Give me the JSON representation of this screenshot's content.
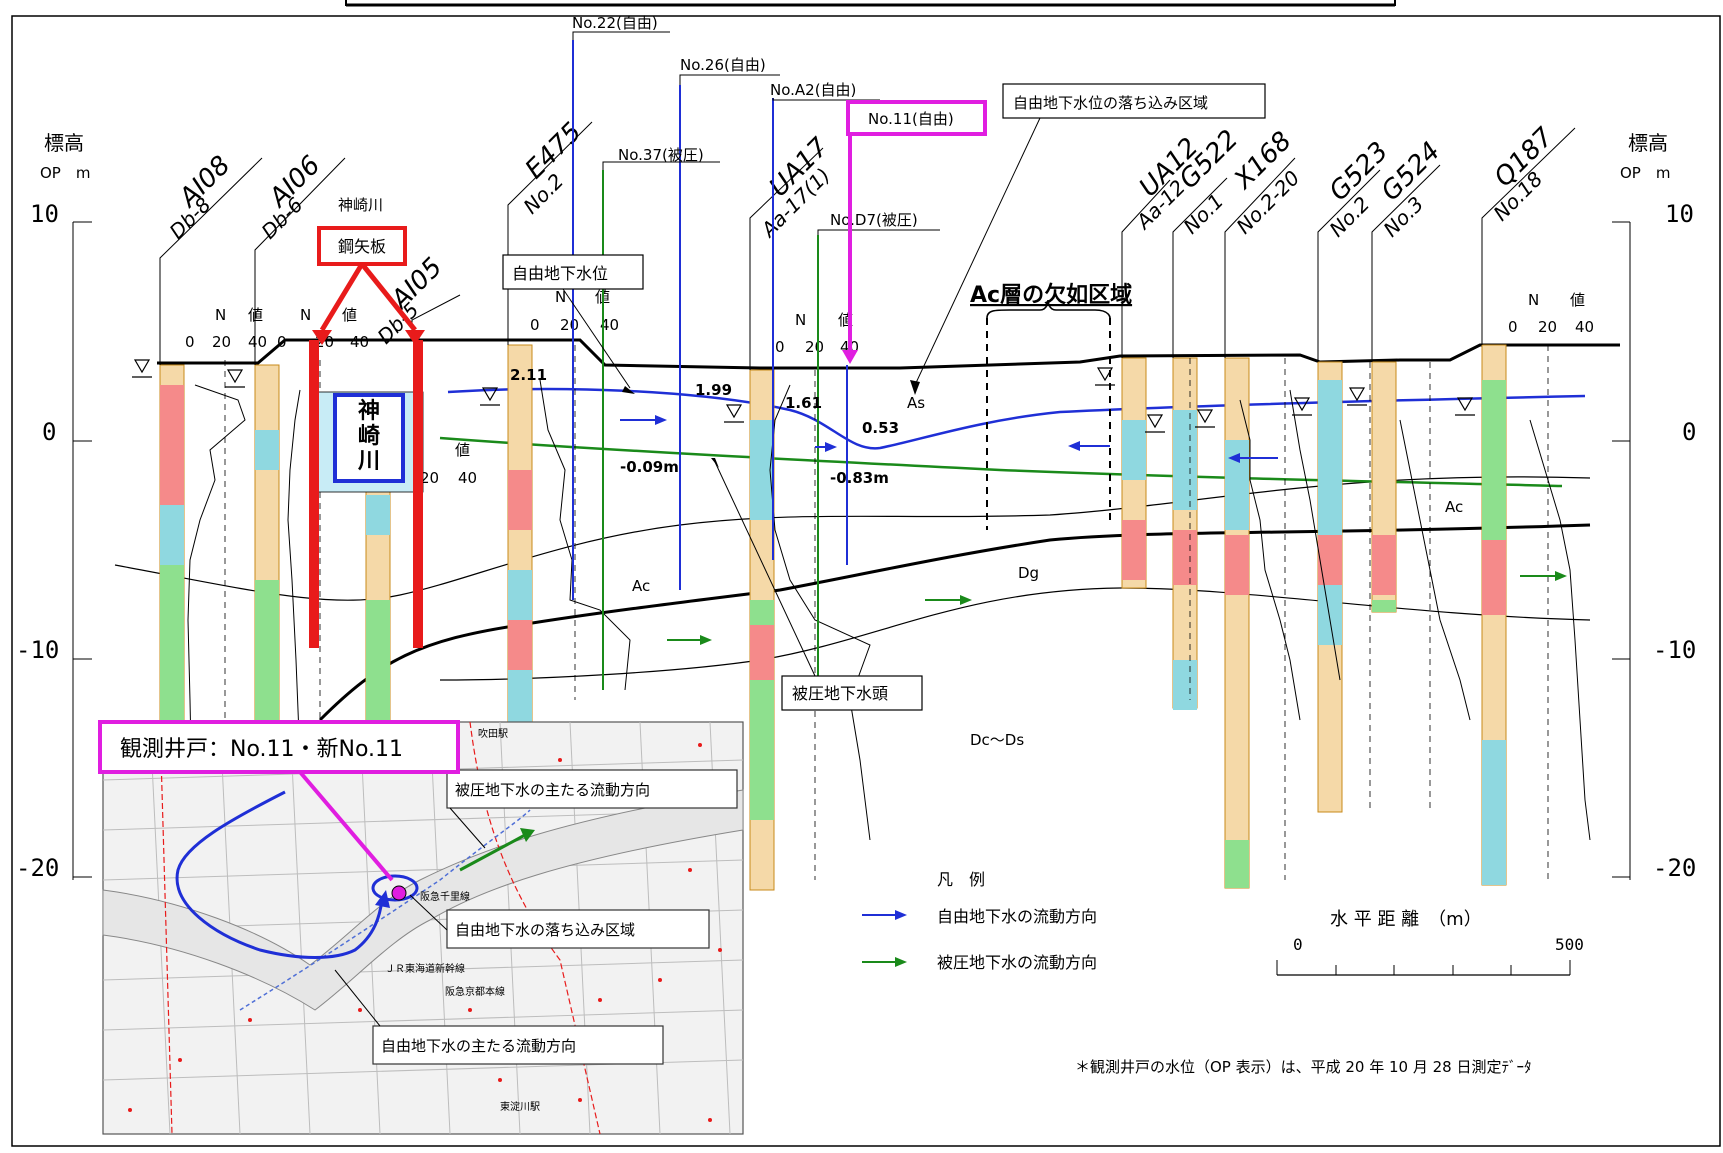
{
  "axis": {
    "left_title": "標高",
    "left_unit": "OP　m",
    "right_title": "標高",
    "right_unit": "OP　m",
    "ticks": [
      "10",
      "0",
      "-10",
      "-20"
    ]
  },
  "boreholes": [
    {
      "name": "AI08",
      "sub": "Db-8"
    },
    {
      "name": "AI06",
      "sub": "Db-6"
    },
    {
      "name": "AI05",
      "sub": "Db-5"
    },
    {
      "name": "E475",
      "sub": "No.2"
    },
    {
      "name": "UA17",
      "sub": "Aa-17(1)"
    },
    {
      "name": "UA12",
      "sub": "Aa-12"
    },
    {
      "name": "G522",
      "sub": "No.1"
    },
    {
      "name": "X168",
      "sub": "No.2-20"
    },
    {
      "name": "G523",
      "sub": "No.2"
    },
    {
      "name": "G524",
      "sub": "No.3"
    },
    {
      "name": "Q187",
      "sub": "No.18"
    }
  ],
  "wells": [
    {
      "label": "No.22(自由)"
    },
    {
      "label": "No.26(自由)"
    },
    {
      "label": "No.A2(自由)"
    },
    {
      "label": "No.11(自由)"
    },
    {
      "label": "No.37(被圧)"
    },
    {
      "label": "No.D7(被圧)"
    }
  ],
  "nvalue": {
    "label_n": "N",
    "label_chi": "値",
    "ticks": [
      "0",
      "20",
      "40"
    ]
  },
  "callouts": {
    "steel_sheet": "鋼矢板",
    "river_label": "神崎川",
    "river_box": "神\n崎\n川",
    "free_gw_level": "自由地下水位",
    "confined_gw_head": "被圧地下水頭",
    "drop_zone": "自由地下水位の落ち込み区域",
    "ac_missing": "Ac層の欠如区域"
  },
  "values": {
    "v1": "2.11",
    "v2": "1.99",
    "v3": "1.61",
    "v4": "0.53",
    "v5": "-0.09m",
    "v6": "-0.83m"
  },
  "layers": {
    "as": "As",
    "ac": "Ac",
    "ac2": "Ac",
    "dg": "Dg",
    "dcds": "Dc～Ds"
  },
  "legend": {
    "title": "凡　例",
    "free_flow": "自由地下水の流動方向",
    "confined_flow": "被圧地下水の流動方向"
  },
  "scale": {
    "title": "水 平 距 離　（m）",
    "zero": "0",
    "max": "500"
  },
  "note": "＊観測井戸の水位（OP 表示）は、平成 20 年 10 月 28 日測定ﾃﾞｰﾀ",
  "inset": {
    "title": "観測井戸：No.11・新No.11",
    "label_confined": "被圧地下水の主たる流動方向",
    "label_drop": "自由地下水の落ち込み区域",
    "label_free": "自由地下水の主たる流動方向",
    "station_top": "吹田駅",
    "rail_hankyu_senri": "阪急千里線",
    "rail_jr_shinkansen": "ＪＲ東海道新幹線",
    "rail_hankyu_kyoto": "阪急京都本線",
    "station_higashi_yodogawa": "東淀川駅"
  },
  "colors": {
    "free_water": "#1f2fd6",
    "confined_water": "#1a8a1a",
    "highlight_magenta": "#e01ee0",
    "highlight_red": "#e81b1b",
    "highlight_blue": "#1f2fd6"
  }
}
